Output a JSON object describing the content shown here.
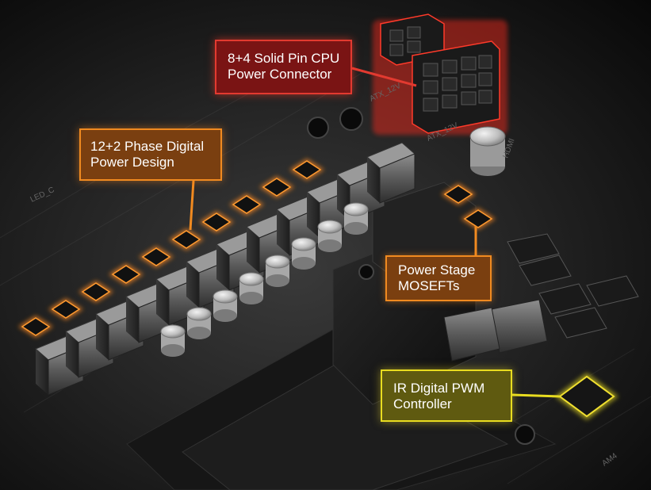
{
  "callouts": {
    "cpu_connector": {
      "line1": "8+4 Solid Pin CPU",
      "line2": "Power Connector"
    },
    "phase_design": {
      "line1": "12+2 Phase Digital",
      "line2": "Power Design"
    },
    "power_stage": {
      "line1": "Power Stage",
      "line2": "MOSEFTs"
    },
    "pwm_controller": {
      "line1": "IR Digital PWM",
      "line2": "Controller"
    }
  },
  "board_markings": {
    "atx_label_1": "ATX_12V",
    "atx_label_2": "ATX_12V",
    "hdmi_label": "HDMI",
    "socket_label": "AM4",
    "led_label": "LED_C"
  },
  "colors": {
    "red_accent": "#e23a30",
    "orange_accent": "#f08a20",
    "yellow_accent": "#e8dc20",
    "board_dark": "#1b1b1b"
  }
}
